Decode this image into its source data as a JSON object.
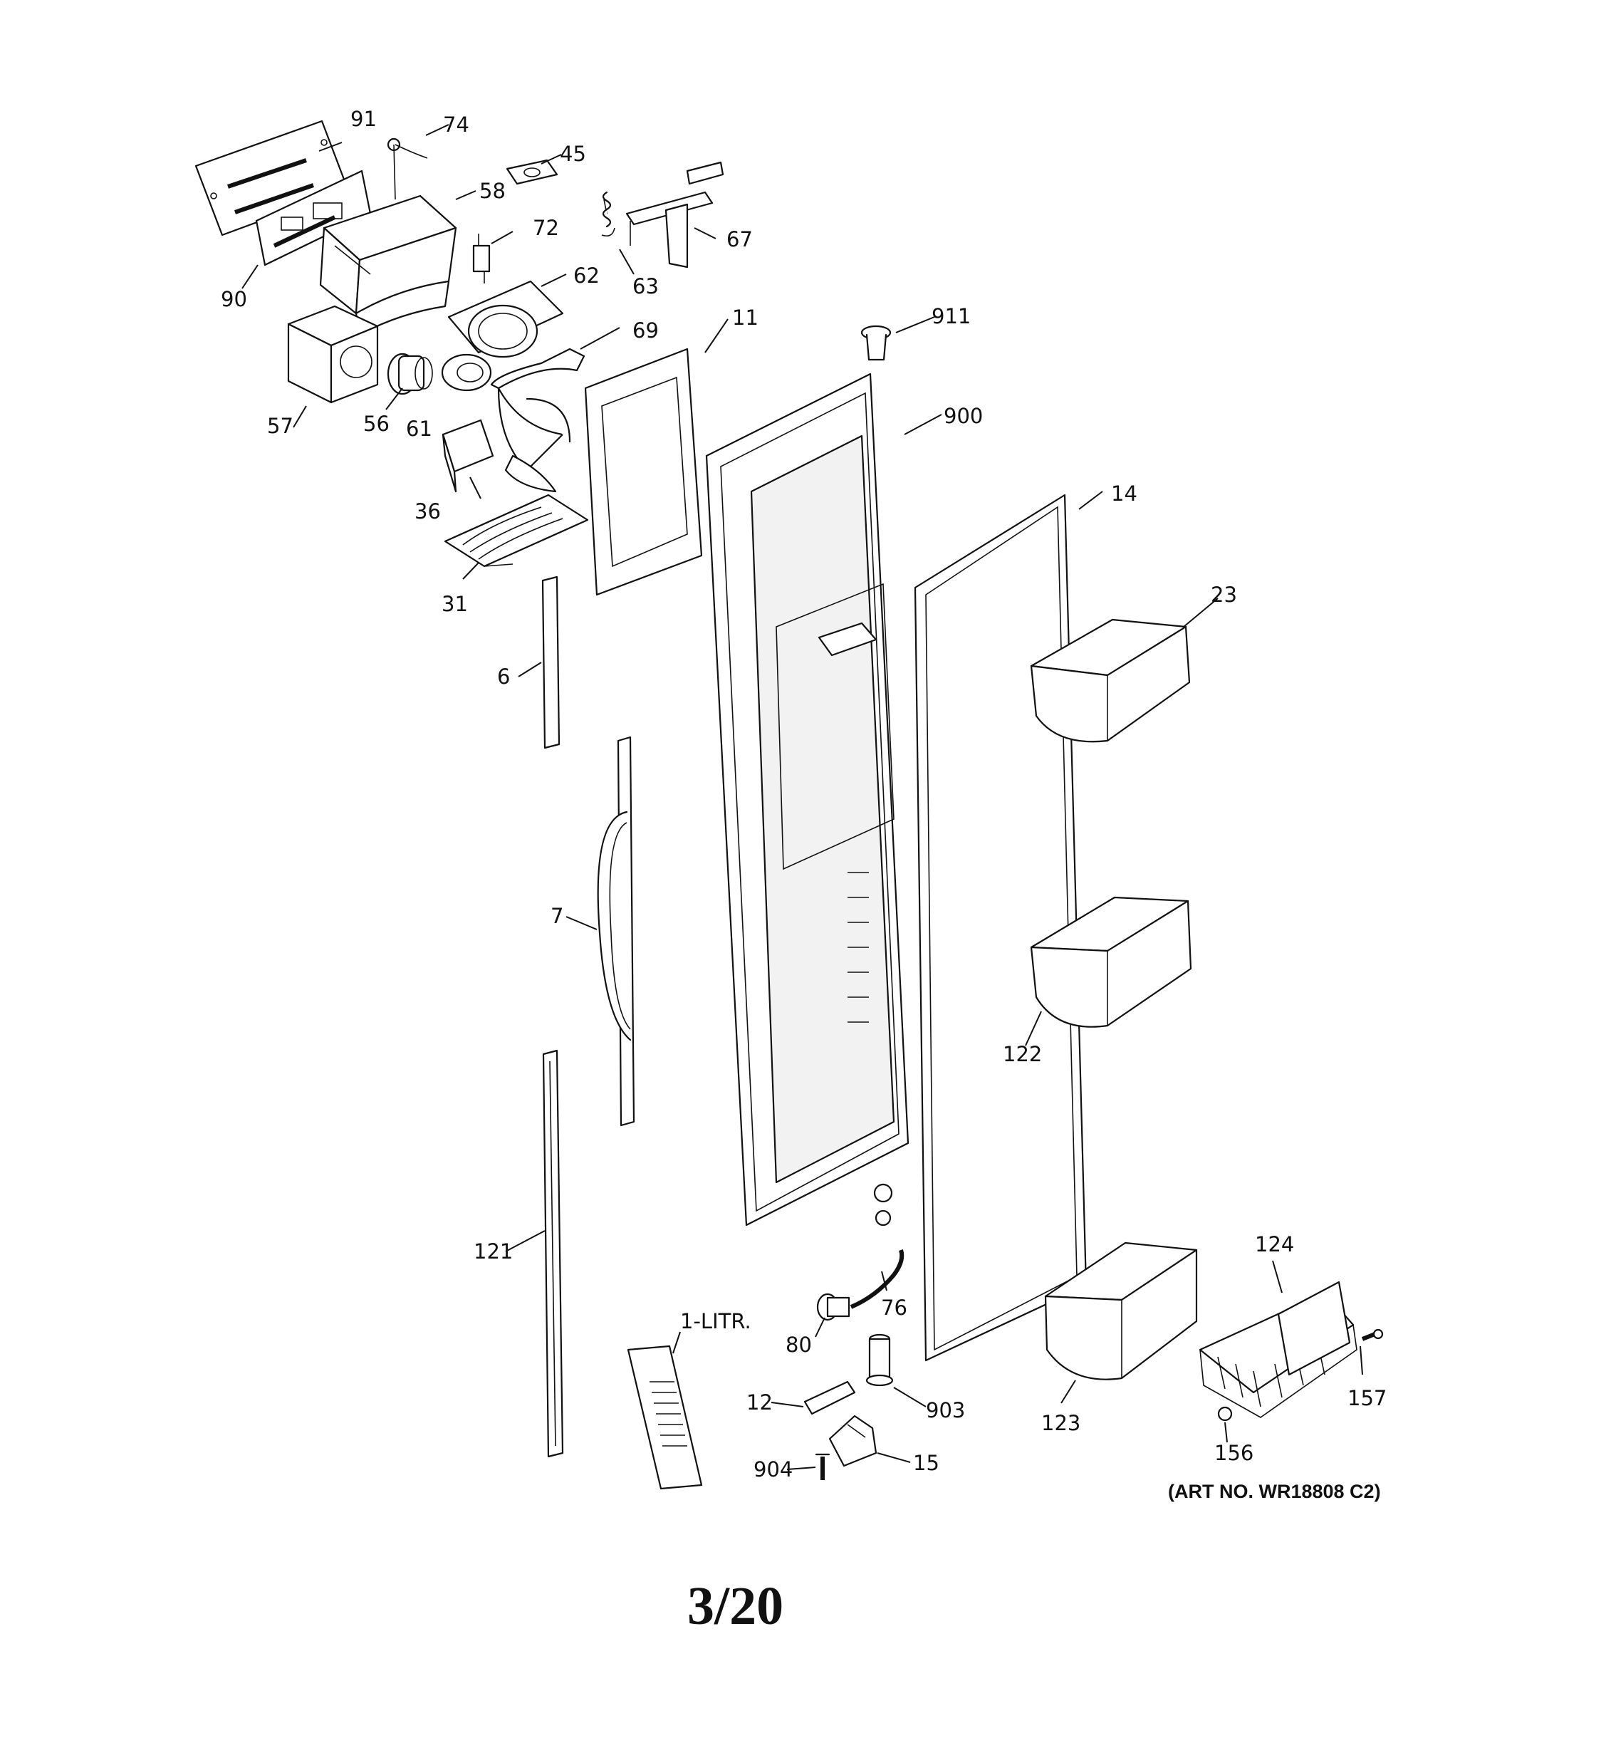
{
  "diagram": {
    "callouts": [
      "91",
      "74",
      "45",
      "58",
      "72",
      "67",
      "63",
      "90",
      "62",
      "69",
      "11",
      "911",
      "57",
      "56",
      "61",
      "900",
      "14",
      "36",
      "31",
      "23",
      "6",
      "7",
      "122",
      "121",
      "1-LITR.",
      "80",
      "76",
      "124",
      "12",
      "903",
      "123",
      "157",
      "156",
      "904",
      "15"
    ],
    "art_number": "(ART NO. WR18808 C2)",
    "page_number": "3/20"
  }
}
